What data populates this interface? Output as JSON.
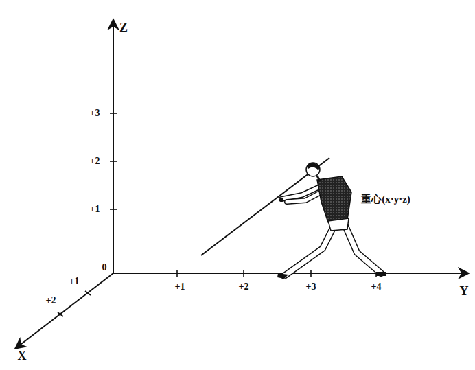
{
  "diagram": {
    "labels": [
      "Z",
      "+3",
      "+2",
      "+1",
      "0",
      "+1",
      "+2",
      "+3",
      "+4",
      "Y",
      "+1",
      "+2",
      "X",
      "重心(x·y·z)"
    ]
  }
}
